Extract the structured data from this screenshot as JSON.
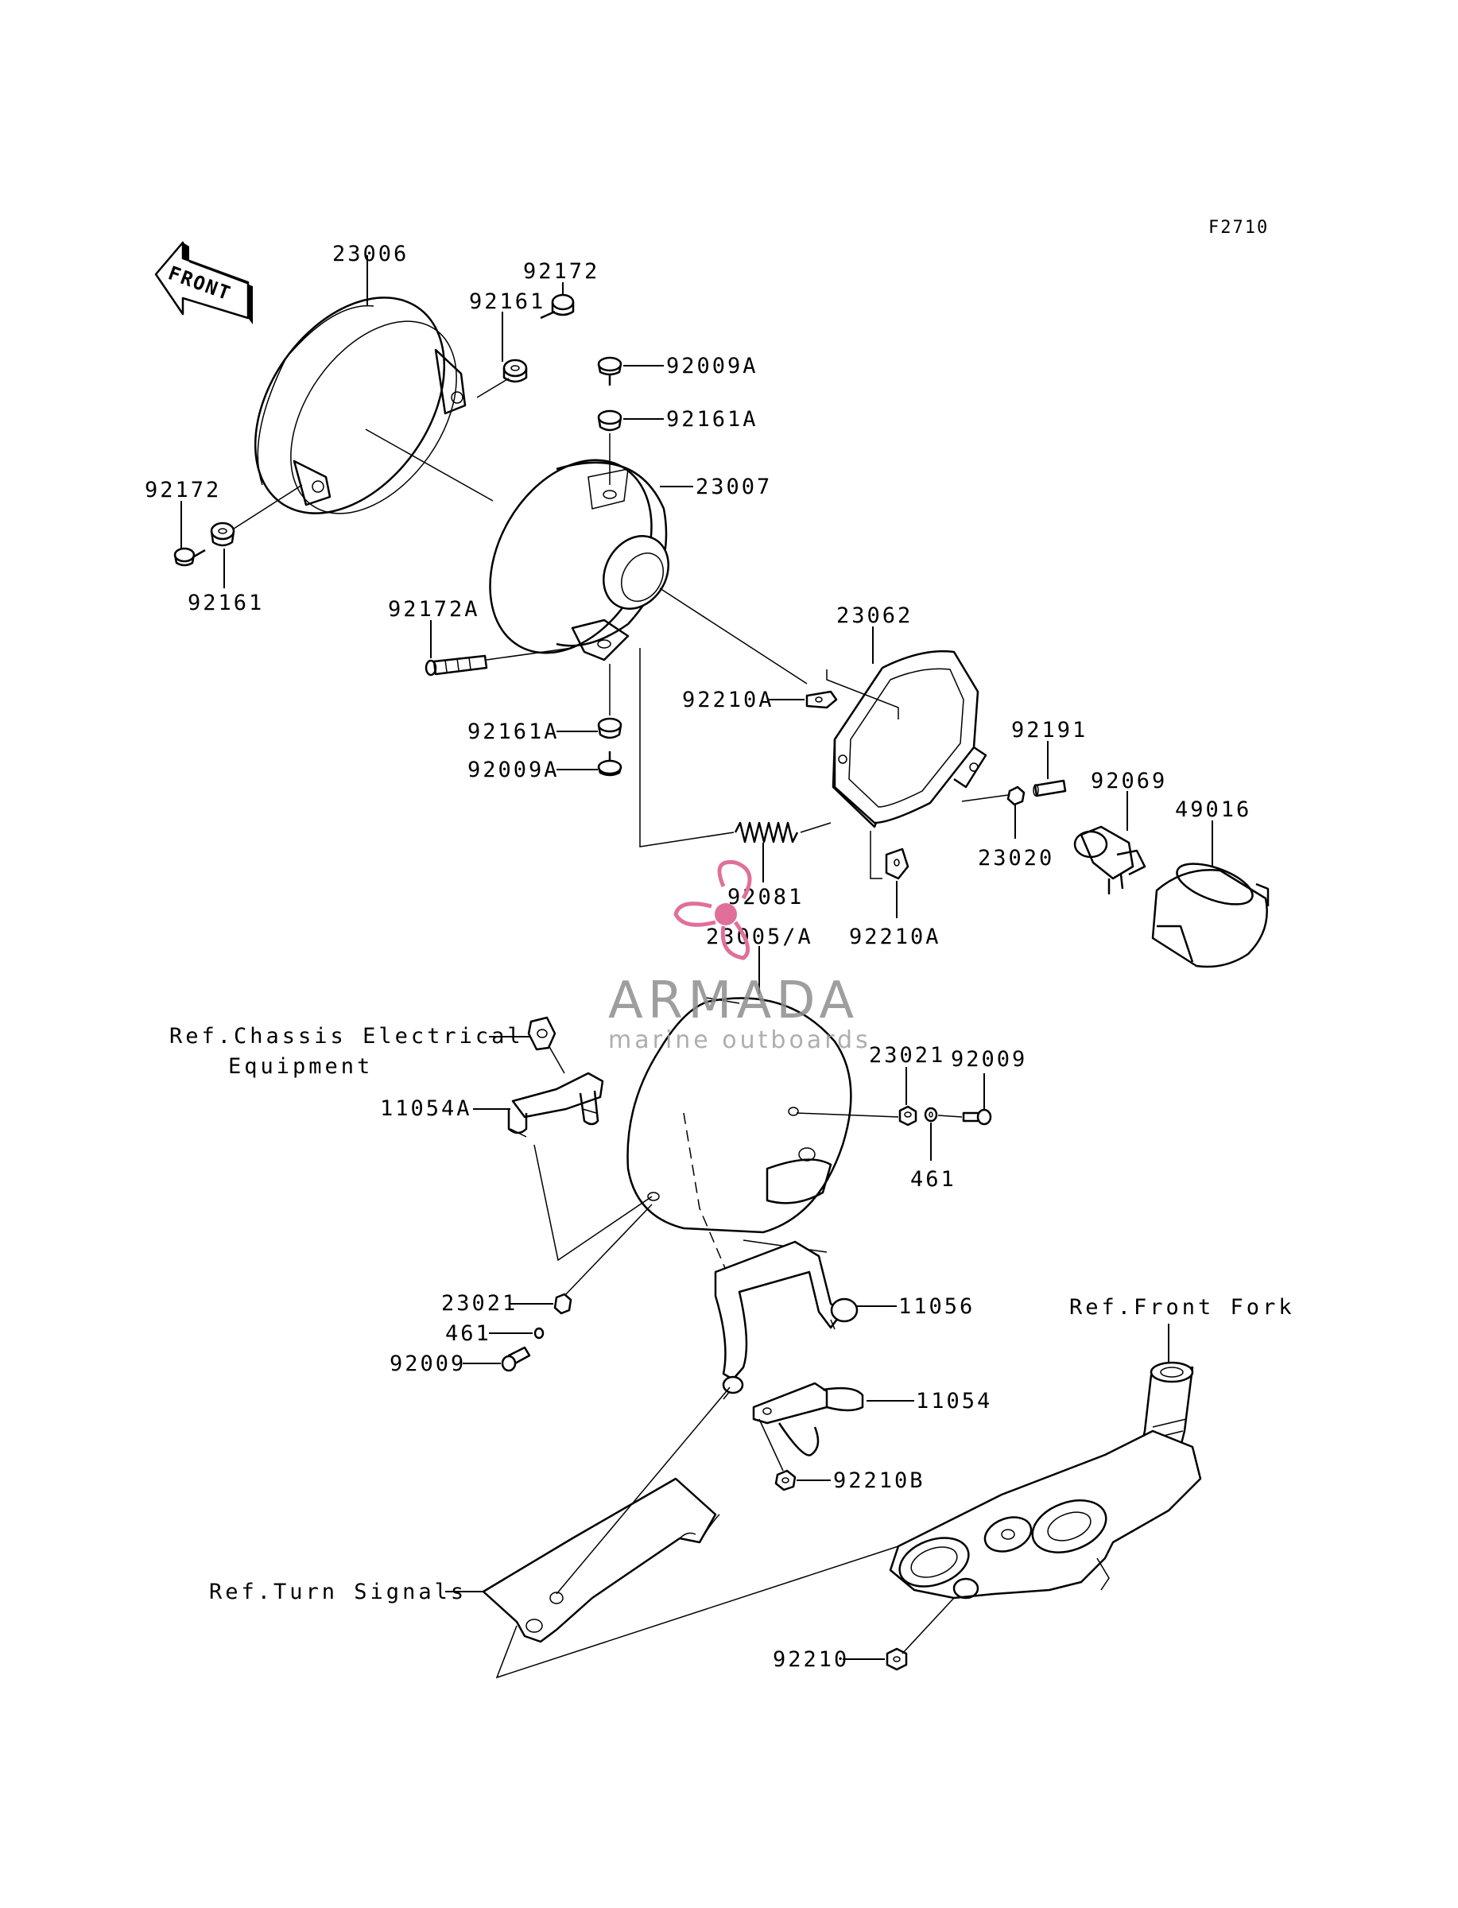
{
  "figure_code": "F2710",
  "front_arrow_label": "FRONT",
  "watermark": {
    "brand": "ARMADA",
    "tagline": "marine outboards",
    "accent_color": "#e0709a",
    "text_color": "#8e8e8e"
  },
  "parts": {
    "p23006": "23006",
    "p92172_top": "92172",
    "p92161_top": "92161",
    "p92009A_top": "92009A",
    "p92161A_top": "92161A",
    "p23007": "23007",
    "p92172_left": "92172",
    "p92161_left": "92161",
    "p92172A": "92172A",
    "p23062": "23062",
    "p92210A_top": "92210A",
    "p92161A_bot": "92161A",
    "p92009A_bot": "92009A",
    "p92191": "92191",
    "p92069": "92069",
    "p49016": "49016",
    "p23020": "23020",
    "p92081": "92081",
    "p92210A_bot": "92210A",
    "p23005A": "23005/A",
    "p23021_right": "23021",
    "p92009_right": "92009",
    "p461_right": "461",
    "p11054A": "11054A",
    "p23021_left": "23021",
    "p461_left": "461",
    "p92009_left": "92009",
    "p11056": "11056",
    "p11054": "11054",
    "p92210B": "92210B",
    "p92210": "92210"
  },
  "refs": {
    "chassis_line1": "Ref.Chassis Electrical",
    "chassis_line2": "Equipment",
    "front_fork": "Ref.Front Fork",
    "turn_signals": "Ref.Turn Signals"
  }
}
